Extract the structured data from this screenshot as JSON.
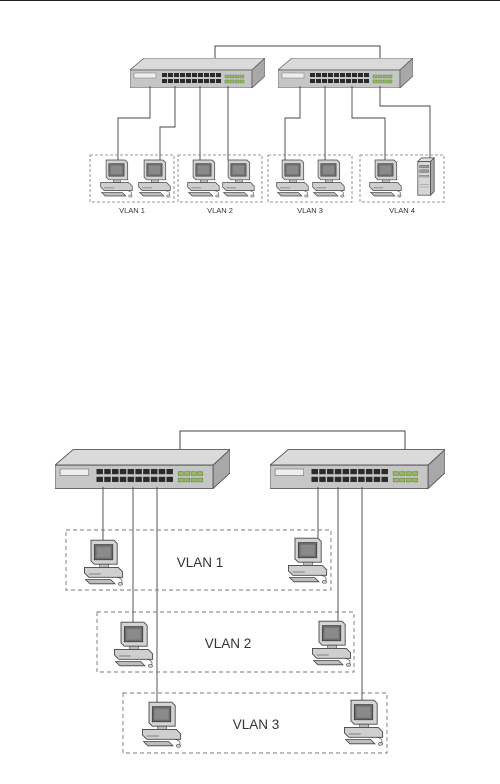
{
  "diagram_top": {
    "switch_count": 2,
    "groups": [
      {
        "label": "VLAN 1",
        "devices": [
          "pc",
          "pc"
        ]
      },
      {
        "label": "VLAN 2",
        "devices": [
          "pc",
          "pc"
        ]
      },
      {
        "label": "VLAN 3",
        "devices": [
          "pc",
          "pc"
        ]
      },
      {
        "label": "VLAN 4",
        "devices": [
          "pc",
          "server"
        ]
      }
    ]
  },
  "diagram_bottom": {
    "switch_count": 2,
    "groups": [
      {
        "label": "VLAN 1",
        "devices": [
          "pc",
          "pc"
        ]
      },
      {
        "label": "VLAN 2",
        "devices": [
          "pc",
          "pc"
        ]
      },
      {
        "label": "VLAN 3",
        "devices": [
          "pc",
          "pc"
        ]
      }
    ]
  },
  "colors": {
    "switch_body": "#c9c9c9",
    "switch_top": "#dadada",
    "switch_ports": "#2a2a2a",
    "line": "#444444",
    "dash": "#777777",
    "led": "#8fbf4f"
  }
}
